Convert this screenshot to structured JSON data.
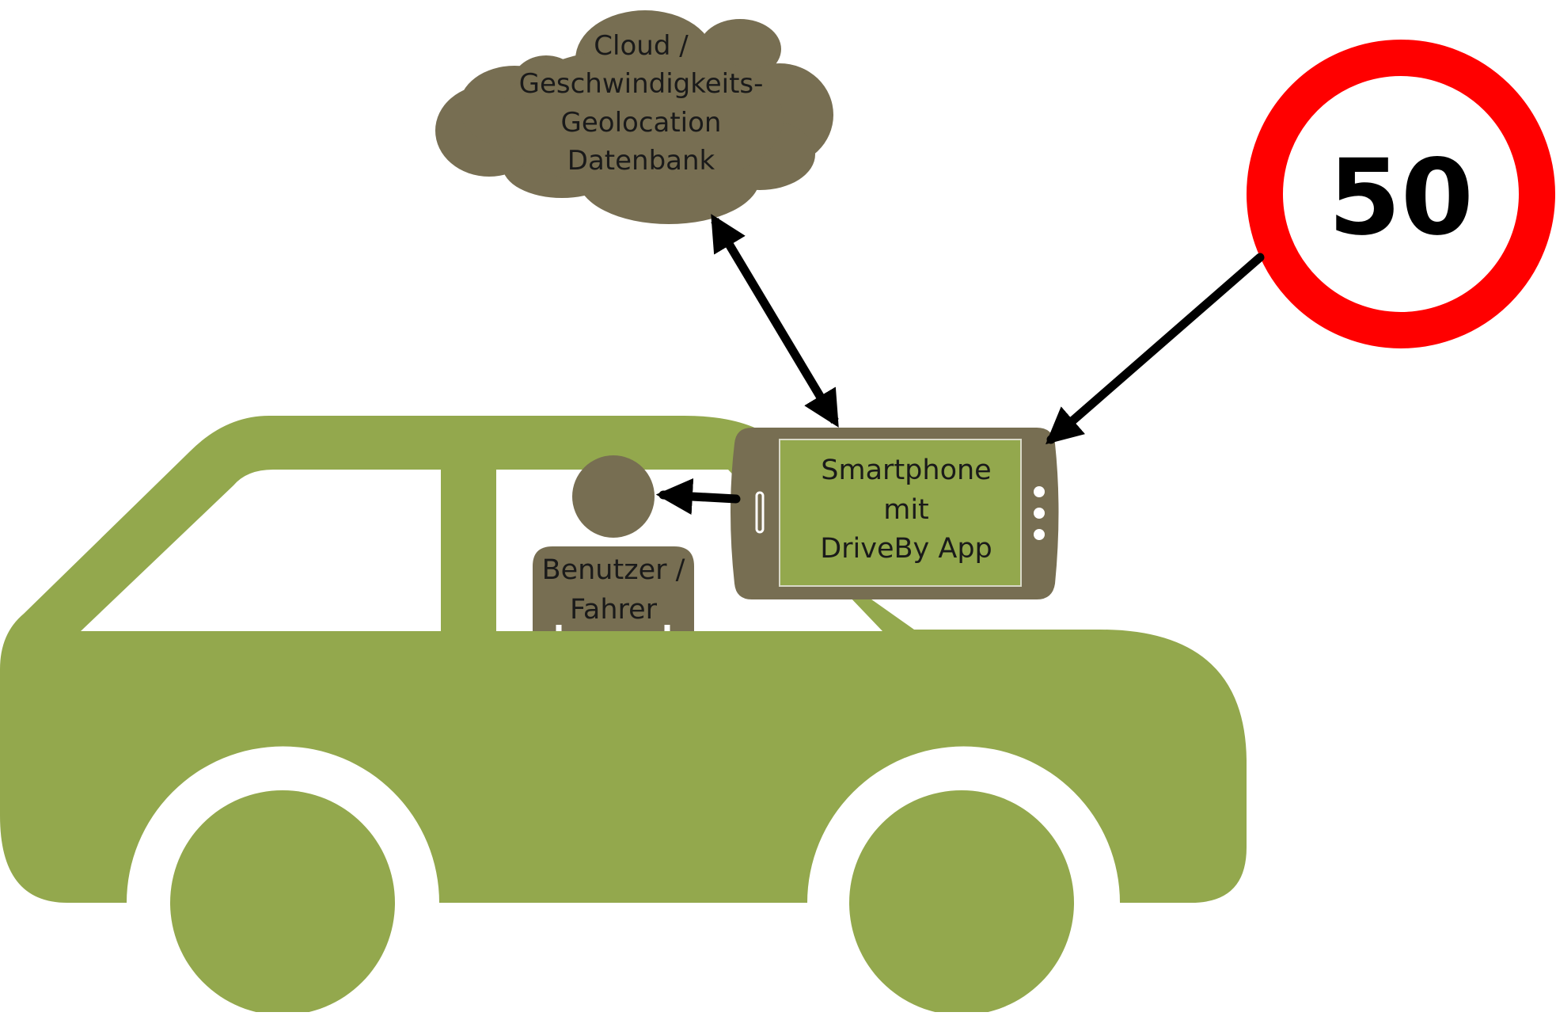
{
  "colors": {
    "car": "#93a84d",
    "device_brown": "#776e52",
    "sign_red": "#ff0000",
    "arrow": "#000000",
    "background": "#ffffff"
  },
  "icons": {
    "car": "car-icon",
    "cloud": "cloud-icon",
    "smartphone": "smartphone-icon",
    "person": "person-icon",
    "speed_sign": "speed-limit-sign-icon"
  },
  "cloud": {
    "lines": [
      "Cloud /",
      "Geschwindigkeits-",
      "Geolocation",
      "Datenbank"
    ]
  },
  "smartphone": {
    "lines": [
      "Smartphone",
      "mit",
      "DriveBy App"
    ]
  },
  "driver": {
    "lines": [
      "Benutzer /",
      "Fahrer"
    ]
  },
  "speed_sign": {
    "value": "50"
  }
}
